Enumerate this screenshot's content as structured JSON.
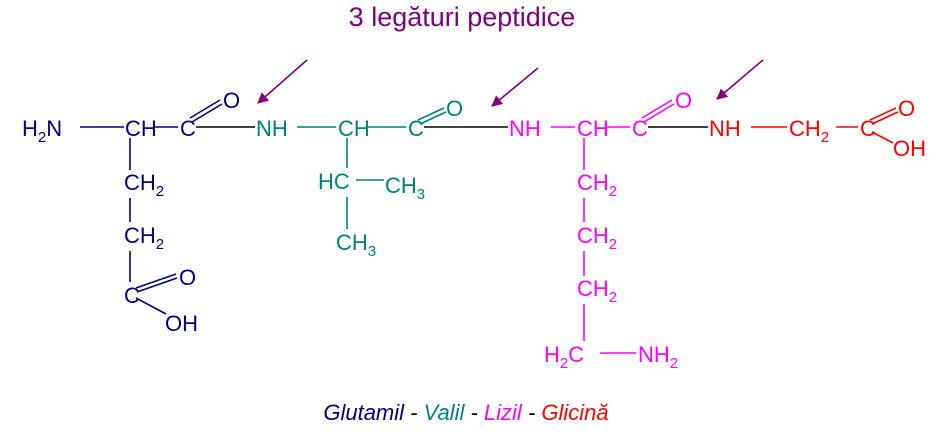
{
  "title": "3 legături peptidice",
  "colors": {
    "glutamyl": "#000080",
    "valyl": "#008080",
    "lysyl": "#ff00ff",
    "glycine": "#ff0000",
    "title": "#800080",
    "arrow": "#800080",
    "neutral": "#000000"
  },
  "atoms": {
    "H": "H",
    "two": "2",
    "three": "3",
    "N": "N",
    "NH": "NH",
    "CH": "CH",
    "C": "C",
    "O": "O",
    "OH": "OH",
    "HC": "HC",
    "CH2": "CH",
    "CH3": "CH"
  },
  "caption": {
    "glutamyl": "Glutamil",
    "sep": " - ",
    "valyl": "Valil",
    "lysyl": "Lizil",
    "glycine": "Glicină"
  }
}
